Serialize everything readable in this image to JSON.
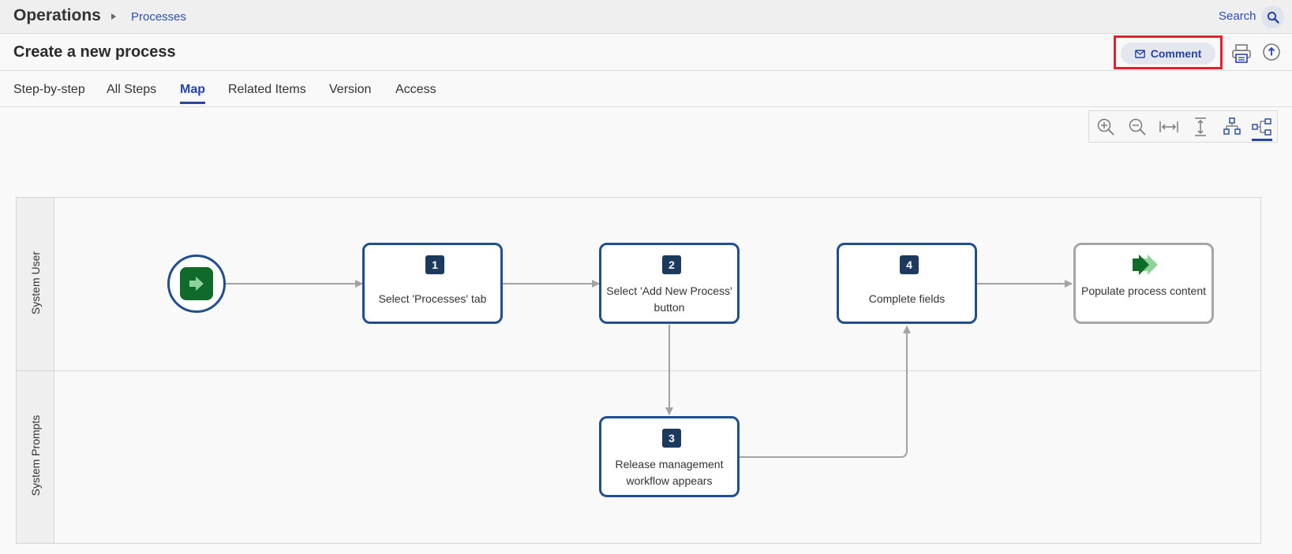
{
  "app": {
    "title": "Operations",
    "breadcrumb": "Processes",
    "search_label": "Search"
  },
  "page": {
    "title": "Create a new process"
  },
  "actions": {
    "comment_label": "Comment"
  },
  "tabs": [
    {
      "label": "Step-by-step",
      "active": false
    },
    {
      "label": "All Steps",
      "active": false
    },
    {
      "label": "Map",
      "active": true
    },
    {
      "label": "Related Items",
      "active": false
    },
    {
      "label": "Version",
      "active": false
    },
    {
      "label": "Access",
      "active": false
    }
  ],
  "toolbar": {
    "tools": [
      {
        "icon": "zoom-in-icon"
      },
      {
        "icon": "zoom-out-icon"
      },
      {
        "icon": "fit-width-icon"
      },
      {
        "icon": "fit-height-icon"
      },
      {
        "icon": "vertical-layout-icon"
      },
      {
        "icon": "horizontal-layout-icon",
        "active": true
      }
    ]
  },
  "lanes": [
    "System User",
    "System Prompts"
  ],
  "steps": [
    {
      "number": "1",
      "text": "Select 'Processes' tab"
    },
    {
      "number": "2",
      "text": "Select 'Add New Process' button"
    },
    {
      "number": "3",
      "text": "Release management workflow appears"
    },
    {
      "number": "4",
      "text": "Complete fields"
    },
    {
      "number": "",
      "text": "Populate process content"
    }
  ],
  "colors": {
    "accent": "#2643a6",
    "node_border": "#1f4f8f",
    "start_green": "#0e6b2a",
    "highlight": "#e5202e",
    "connector": "#a3a3a3"
  }
}
